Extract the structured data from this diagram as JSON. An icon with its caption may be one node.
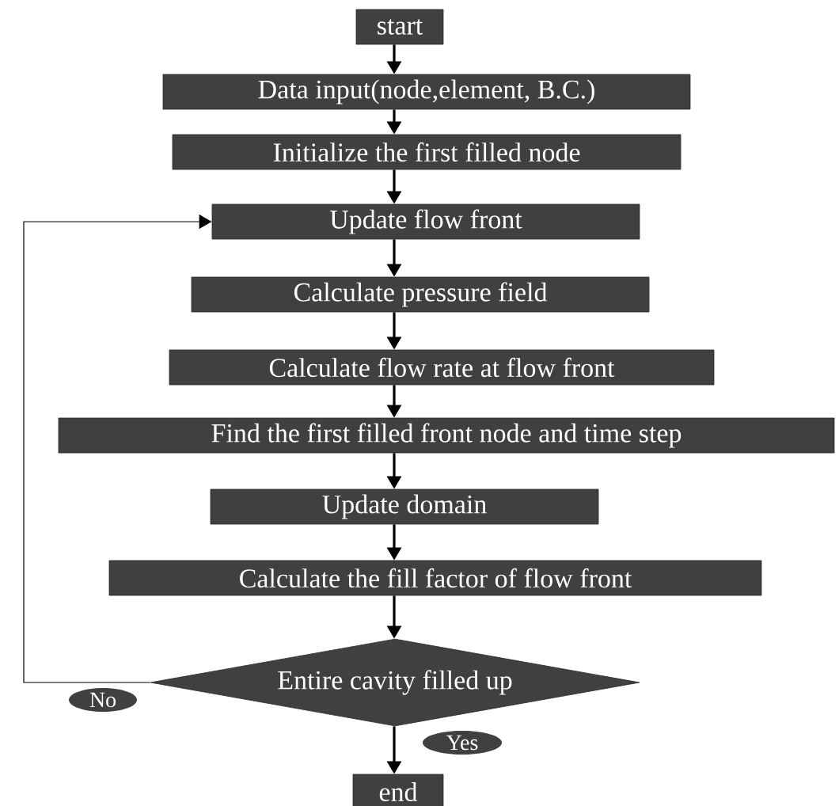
{
  "diagram": {
    "nodes": [
      {
        "text": [
          "start"
        ]
      },
      {
        "text": [
          "Data input(node,element, B.C.)"
        ]
      },
      {
        "text": [
          "Initialize the first filled node"
        ]
      },
      {
        "text": [
          "Update flow front"
        ]
      },
      {
        "text": [
          "Calculate pressure field"
        ]
      },
      {
        "text": [
          "Calculate flow rate at flow front"
        ]
      },
      {
        "text": [
          "Find the first filled front node and time step"
        ]
      },
      {
        "text": [
          "Update domain"
        ]
      },
      {
        "text": [
          "Calculate the fill factor of flow front"
        ]
      },
      {
        "text": [
          "Entire cavity filled up"
        ]
      },
      {
        "text": [
          "end"
        ]
      }
    ],
    "edges": [
      {
        "from": 0,
        "to": 1,
        "arrow": "to"
      },
      {
        "from": 1,
        "to": 2,
        "arrow": "to"
      },
      {
        "from": 2,
        "to": 3,
        "arrow": "to"
      },
      {
        "from": 3,
        "to": 4,
        "arrow": "to"
      },
      {
        "from": 4,
        "to": 5,
        "arrow": "to"
      },
      {
        "from": 5,
        "to": 6,
        "arrow": "to"
      },
      {
        "from": 6,
        "to": 7,
        "arrow": "to"
      },
      {
        "from": 7,
        "to": 8,
        "arrow": "to"
      },
      {
        "from": 8,
        "to": 9,
        "arrow": "to"
      },
      {
        "from": 9,
        "to": 3,
        "arrow": "to",
        "label": "No"
      },
      {
        "from": 9,
        "to": 10,
        "arrow": "to",
        "label": "Yes"
      }
    ]
  }
}
